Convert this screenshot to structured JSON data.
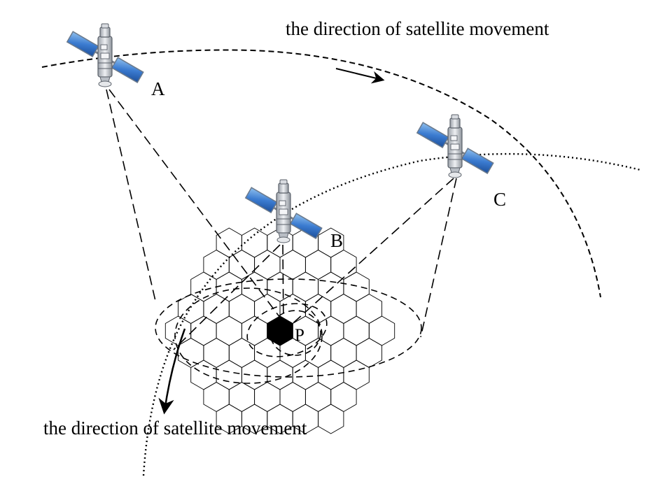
{
  "texts": {
    "direction_top": "the direction of satellite movement",
    "direction_bottom": "the direction of satellite movement"
  },
  "satellites": [
    {
      "label": "A"
    },
    {
      "label": "B"
    },
    {
      "label": "C"
    }
  ],
  "target": {
    "label": "P"
  },
  "colors": {
    "panel_blue": "#2f6fc0",
    "panel_light": "#7fb2e8",
    "body_gray": "#c8ccd2",
    "line": "#000000",
    "target_cell": "#000000"
  },
  "icons": {
    "satellite": "satellite-icon"
  }
}
